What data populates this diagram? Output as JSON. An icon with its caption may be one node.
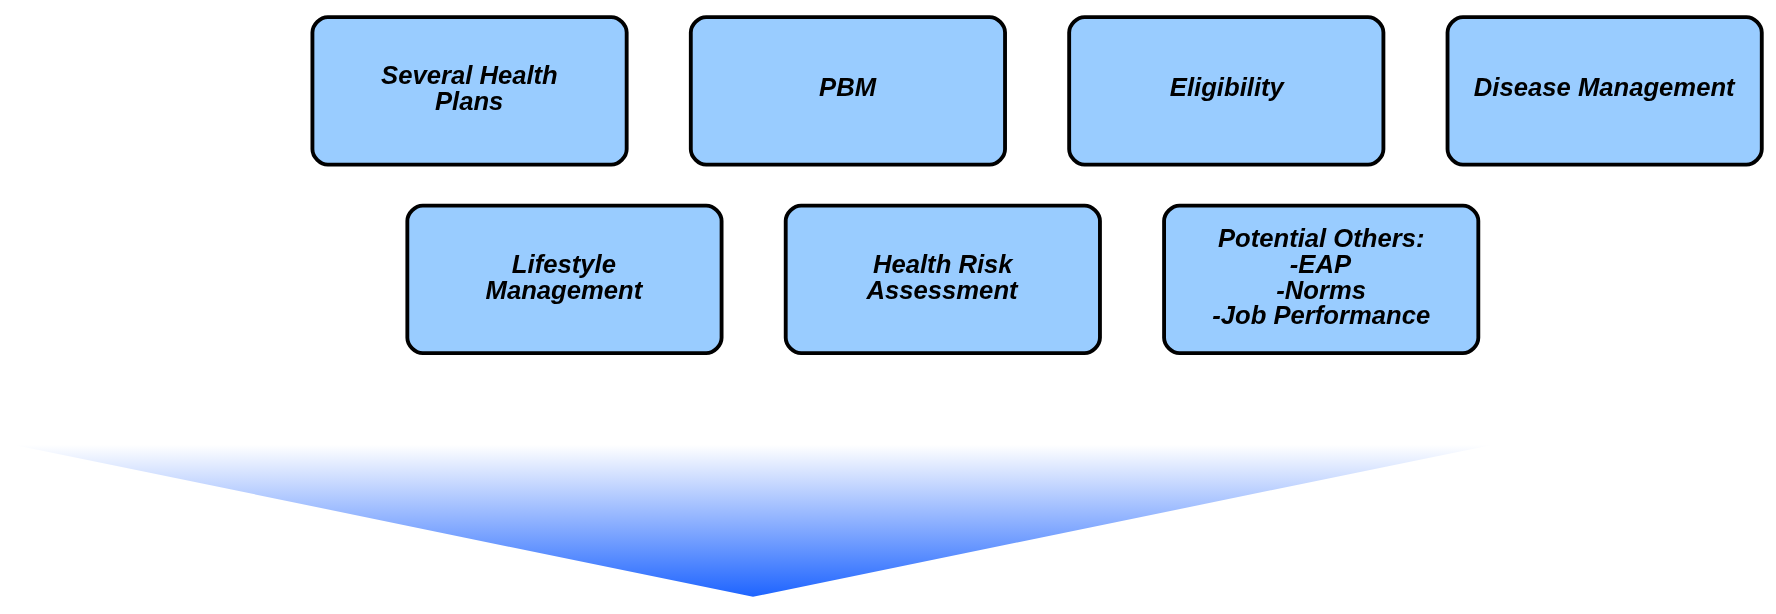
{
  "diagram": {
    "nodes": [
      {
        "text": [
          "Several Health Plans"
        ]
      },
      {
        "text": [
          "PBM"
        ]
      },
      {
        "text": [
          "Eligibility"
        ]
      },
      {
        "text": [
          "Disease Management"
        ]
      },
      {
        "text": [
          "Lifestyle Management"
        ]
      },
      {
        "text": [
          "Health Risk Assessment"
        ]
      },
      {
        "text": [
          "Potential Others:",
          "-EAP",
          "-Norms",
          "-Job Performance"
        ]
      },
      {
        "text": [],
        "shape": "triangle"
      }
    ],
    "edges": []
  }
}
